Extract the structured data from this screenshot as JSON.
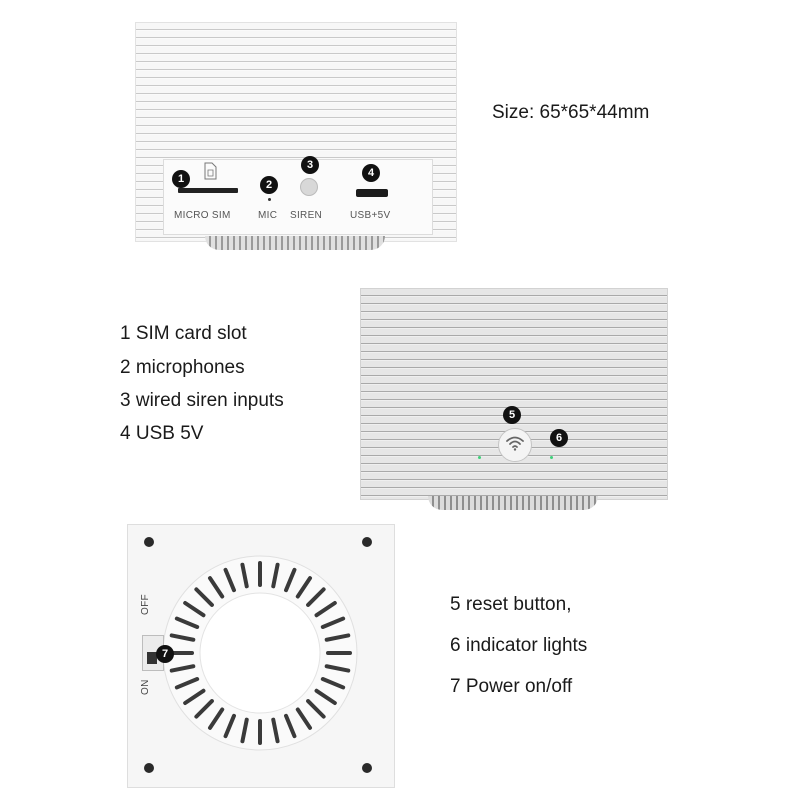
{
  "size_text": "Size: 65*65*44mm",
  "features_top": [
    {
      "label": "1 SIM card slot"
    },
    {
      "label": "2 microphones"
    },
    {
      "label": "3 wired siren inputs"
    },
    {
      "label": "4 USB 5V"
    }
  ],
  "features_bottom": [
    {
      "label": "5 reset button,"
    },
    {
      "label": "6 indicator lights"
    },
    {
      "label": "7 Power on/off"
    }
  ],
  "port_panel": {
    "micro_sim": "MICRO  SIM",
    "mic": "MIC",
    "siren": "SIREN",
    "usb": "USB+5V"
  },
  "switch": {
    "off": "OFF",
    "on": "ON"
  },
  "badges": {
    "b1": "1",
    "b2": "2",
    "b3": "3",
    "b4": "4",
    "b5": "5",
    "b6": "6",
    "b7": "7"
  },
  "colors": {
    "background": "#ffffff",
    "device": "#f5f5f5",
    "badge": "#111111",
    "indicator": "#3fd07a"
  },
  "icons": {
    "reset": "wifi-icon",
    "sim": "sim-slot-icon"
  }
}
